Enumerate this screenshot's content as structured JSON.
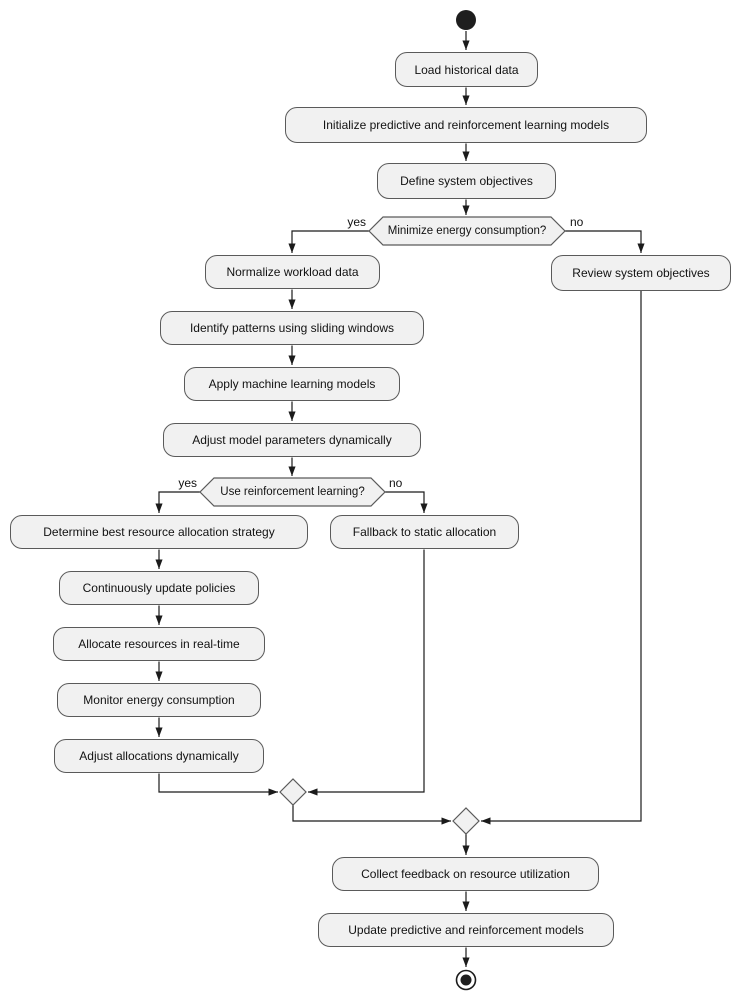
{
  "diagram_type": "uml-activity-flowchart",
  "colors": {
    "node_fill": "#f1f1f1",
    "node_border": "#5a5a5a",
    "edge": "#1b1b1b",
    "text": "#121212",
    "background": "#ffffff"
  },
  "nodes": {
    "load": "Load historical data",
    "init": "Initialize predictive and reinforcement learning models",
    "define": "Define system objectives",
    "normalize": "Normalize workload data",
    "identify": "Identify patterns using sliding windows",
    "apply": "Apply machine learning models",
    "adjust_params": "Adjust model parameters dynamically",
    "determine": "Determine best resource allocation strategy",
    "update_policies": "Continuously update policies",
    "allocate": "Allocate resources in real-time",
    "monitor": "Monitor energy consumption",
    "adjust_alloc": "Adjust allocations dynamically",
    "fallback": "Fallback to static allocation",
    "review": "Review system objectives",
    "collect": "Collect feedback on resource utilization",
    "update_models": "Update predictive and reinforcement models"
  },
  "decisions": {
    "d1": {
      "label": "Minimize energy consumption?",
      "yes": "yes",
      "no": "no"
    },
    "d2": {
      "label": "Use reinforcement learning?",
      "yes": "yes",
      "no": "no"
    }
  }
}
